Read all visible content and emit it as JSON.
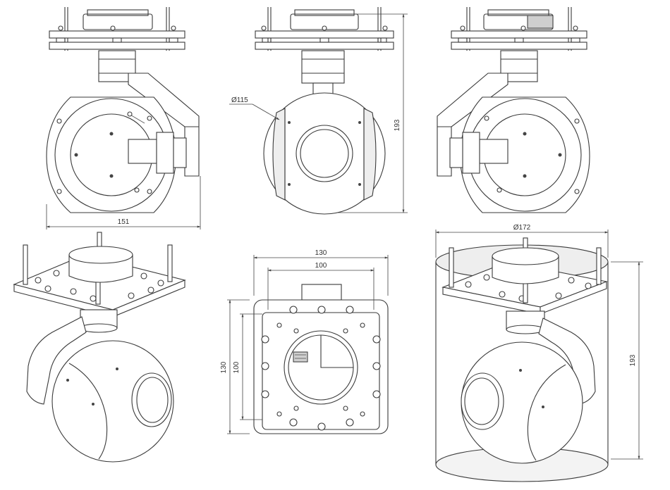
{
  "dimensions": {
    "front_width": "151",
    "ball_diameter": "Ø115",
    "height_side": "193",
    "plate_outer_width": "130",
    "plate_inner_width": "100",
    "plate_outer_height": "130",
    "plate_inner_height": "100",
    "envelope_diameter": "Ø172",
    "envelope_height": "193"
  },
  "colors": {
    "line": "#3a3a3a",
    "background": "#ffffff",
    "shade": "#eeeeee"
  }
}
